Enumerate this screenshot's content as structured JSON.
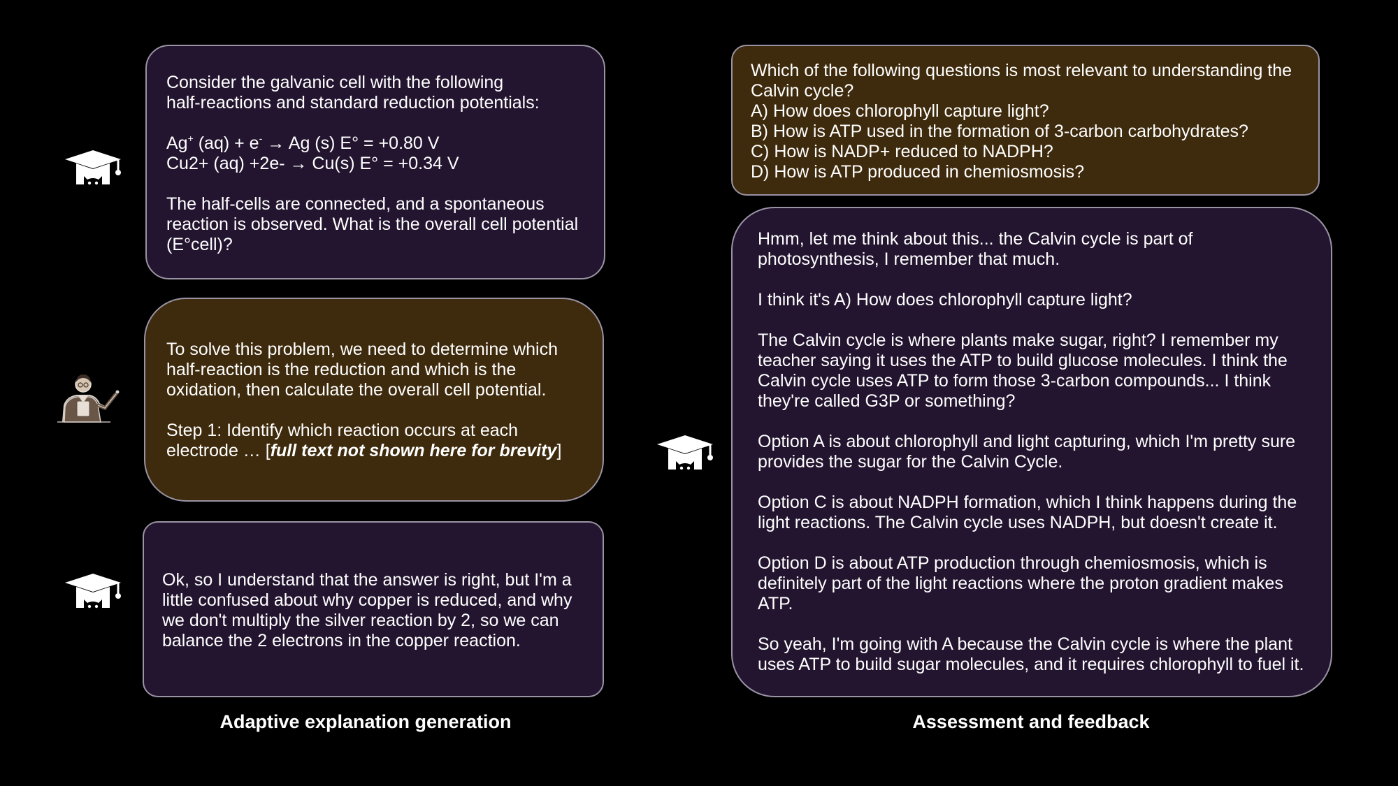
{
  "left_panel": {
    "caption": "Adaptive explanation generation",
    "student_question": {
      "intro_line1": "Consider the galvanic cell with the following",
      "intro_line2": "half-reactions and standard reduction potentials:",
      "reaction1": {
        "pre": "Ag",
        "sup1": "+",
        "mid": " (aq) + e",
        "sup2": "-",
        "post": " → Ag (s) E° = +0.80 V"
      },
      "reaction2": "Cu2+ (aq) +2e- → Cu(s) E° = +0.34 V",
      "question_line1": "The half-cells are connected, and a spontaneous",
      "question_line2": "reaction is observed. What is the overall cell potential",
      "question_line3": "(E°cell)?"
    },
    "tutor_explanation": {
      "line1": "To solve this problem, we need to determine which",
      "line2": "half-reaction is the reduction and which is the",
      "line3": "oxidation, then calculate the overall cell potential.",
      "step_line1": "Step 1: Identify which reaction occurs at each",
      "step_line2_pre": "electrode … [",
      "step_line2_emph": "full text not shown here for brevity",
      "step_line2_post": "]"
    },
    "student_followup": {
      "line1": "Ok, so I understand that the answer is right, but I'm a",
      "line2": "little confused about why copper is reduced, and why",
      "line3": "we don't multiply the silver reaction by 2, so we can",
      "line4": "balance the 2 electrons in the copper reaction."
    }
  },
  "right_panel": {
    "caption": "Assessment and feedback",
    "quiz_question": {
      "line1": "Which of the following questions is most relevant to understanding the",
      "line2": "Calvin cycle?",
      "options": [
        "A) How does chlorophyll capture light?",
        "B) How is ATP used in the formation of 3-carbon carbohydrates?",
        "C) How is NADP+ reduced to NADPH?",
        "D) How is ATP produced in chemiosmosis?"
      ]
    },
    "student_answer": {
      "p1_line1": "Hmm, let me think about this... the Calvin cycle is part of",
      "p1_line2": "photosynthesis, I remember that much.",
      "p2_line1": "I think it's A) How does chlorophyll capture light?",
      "p3_line1": "The Calvin cycle is where plants make sugar, right? I remember my",
      "p3_line2": "teacher saying it uses the ATP to build glucose molecules. I think the",
      "p3_line3": "Calvin cycle uses ATP to form those 3-carbon compounds... I think",
      "p3_line4": "they're called G3P or something?",
      "p4_line1": "Option A is about chlorophyll and light capturing, which I'm pretty sure",
      "p4_line2": "provides the sugar for the Calvin Cycle.",
      "p5_line1": "Option C is about NADPH formation, which I think happens during the",
      "p5_line2": "light reactions. The Calvin cycle uses NADPH, but doesn't create it.",
      "p6_line1": "Option D is about ATP production through chemiosmosis, which is",
      "p6_line2": "definitely part of the light reactions where the proton gradient makes",
      "p6_line3": "ATP.",
      "p7_line1": "So yeah, I'm going with A because the Calvin cycle is where the plant",
      "p7_line2": "uses ATP to build sugar molecules, and it requires chlorophyll to fuel it."
    }
  },
  "icons": {
    "student": "graduation-cap-student-icon",
    "tutor": "teacher-pointing-icon"
  },
  "colors": {
    "background": "#000000",
    "purple_bubble": "#23152f",
    "brown_bubble": "#3e2a0c",
    "border": "#9a93a4"
  }
}
